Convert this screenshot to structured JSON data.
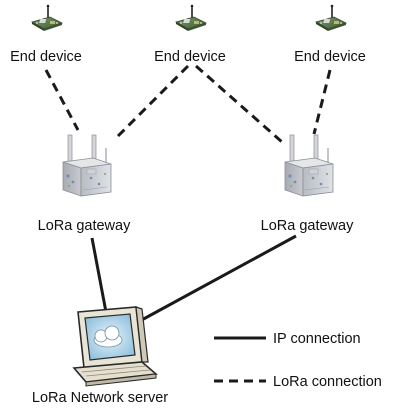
{
  "nodes": {
    "end_devices": [
      {
        "label": "End device"
      },
      {
        "label": "End device"
      },
      {
        "label": "End device"
      }
    ],
    "gateways": [
      {
        "label": "LoRa gateway"
      },
      {
        "label": "LoRa gateway"
      }
    ],
    "server": {
      "label": "LoRa Network server"
    }
  },
  "legend": {
    "ip": {
      "label": "IP connection",
      "style": "solid"
    },
    "lora": {
      "label": "LoRa connection",
      "style": "dashed"
    }
  },
  "colors": {
    "line": "#1a1a1a",
    "board": "#5a7a4a",
    "gateway_body": "#c9ccd1",
    "screen": "#9fc5dd",
    "monitor": "#eeeadd"
  }
}
